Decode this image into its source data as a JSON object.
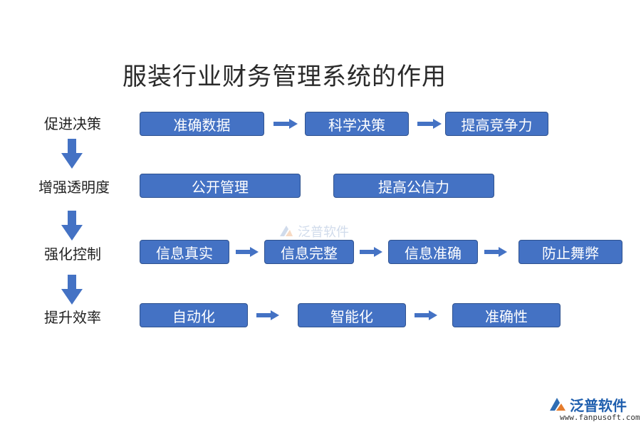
{
  "title": "服装行业财务管理系统的作用",
  "rows": [
    {
      "label": "促进决策",
      "boxes": [
        "准确数据",
        "科学决策",
        "提高竞争力"
      ]
    },
    {
      "label": "增强透明度",
      "boxes": [
        "公开管理",
        "提高公信力"
      ]
    },
    {
      "label": "强化控制",
      "boxes": [
        "信息真实",
        "信息完整",
        "信息准确",
        "防止舞弊"
      ]
    },
    {
      "label": "提升效率",
      "boxes": [
        "自动化",
        "智能化",
        "准确性"
      ]
    }
  ],
  "logo": {
    "name": "泛普软件",
    "url": "www.fanpusoft.com"
  },
  "watermark": "泛普软件",
  "colors": {
    "box_fill": "#4472c4",
    "box_border": "#2f528f",
    "arrow": "#4472c4"
  }
}
